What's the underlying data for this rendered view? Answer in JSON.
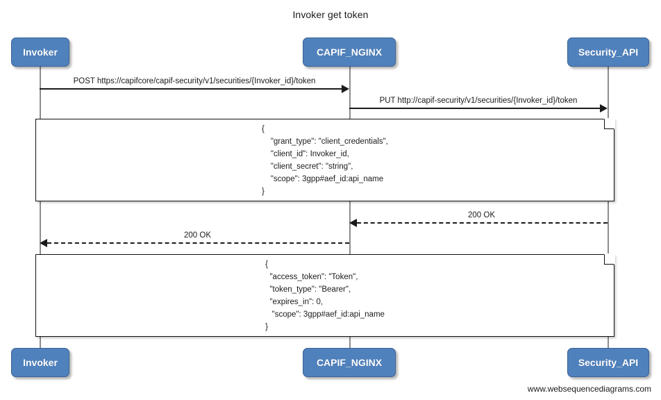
{
  "diagram": {
    "title": "Invoker get token",
    "footer": "www.websequencediagrams.com",
    "accent_color": "#4f81bd",
    "accent_border_color": "#3a6294",
    "line_color": "#1a1a1a",
    "lifeline_color": "#8c8c8c",
    "background": "#ffffff"
  },
  "participants": [
    {
      "id": "invoker",
      "label": "Invoker"
    },
    {
      "id": "capif_nginx",
      "label": "CAPIF_NGINX"
    },
    {
      "id": "security_api",
      "label": "Security_API"
    }
  ],
  "participants_bottom": [
    {
      "id": "invoker",
      "label": "Invoker"
    },
    {
      "id": "capif_nginx",
      "label": "CAPIF_NGINX"
    },
    {
      "id": "security_api",
      "label": "Security_API"
    }
  ],
  "messages": [
    {
      "id": "msg-1",
      "label": "POST https://capifcore/capif-security/v1/securities/{Invoker_id}/token",
      "from": "invoker",
      "to": "capif_nginx",
      "direction": "right",
      "style": "solid"
    },
    {
      "id": "msg-2",
      "label": "PUT http://capif-security/v1/securities/{Invoker_id}/token",
      "from": "capif_nginx",
      "to": "security_api",
      "direction": "right",
      "style": "solid"
    },
    {
      "id": "msg-3",
      "label": "200 OK",
      "from": "security_api",
      "to": "capif_nginx",
      "direction": "left",
      "style": "dashed"
    },
    {
      "id": "msg-4",
      "label": "200 OK",
      "from": "capif_nginx",
      "to": "invoker",
      "direction": "left",
      "style": "dashed"
    }
  ],
  "notes": [
    {
      "id": "note-request",
      "text": "{\n    \"grant_type\": \"client_credentials\",\n    \"client_id\": Invoker_id,\n    \"client_secret\": \"string\",\n    \"scope\": 3gpp#aef_id:api_name\n}"
    },
    {
      "id": "note-response",
      "text": "{\n  \"access_token\": \"Token\",\n  \"token_type\": \"Bearer\",\n  \"expires_in\": 0,\n   \"scope\": 3gpp#aef_id:api_name\n}"
    }
  ]
}
